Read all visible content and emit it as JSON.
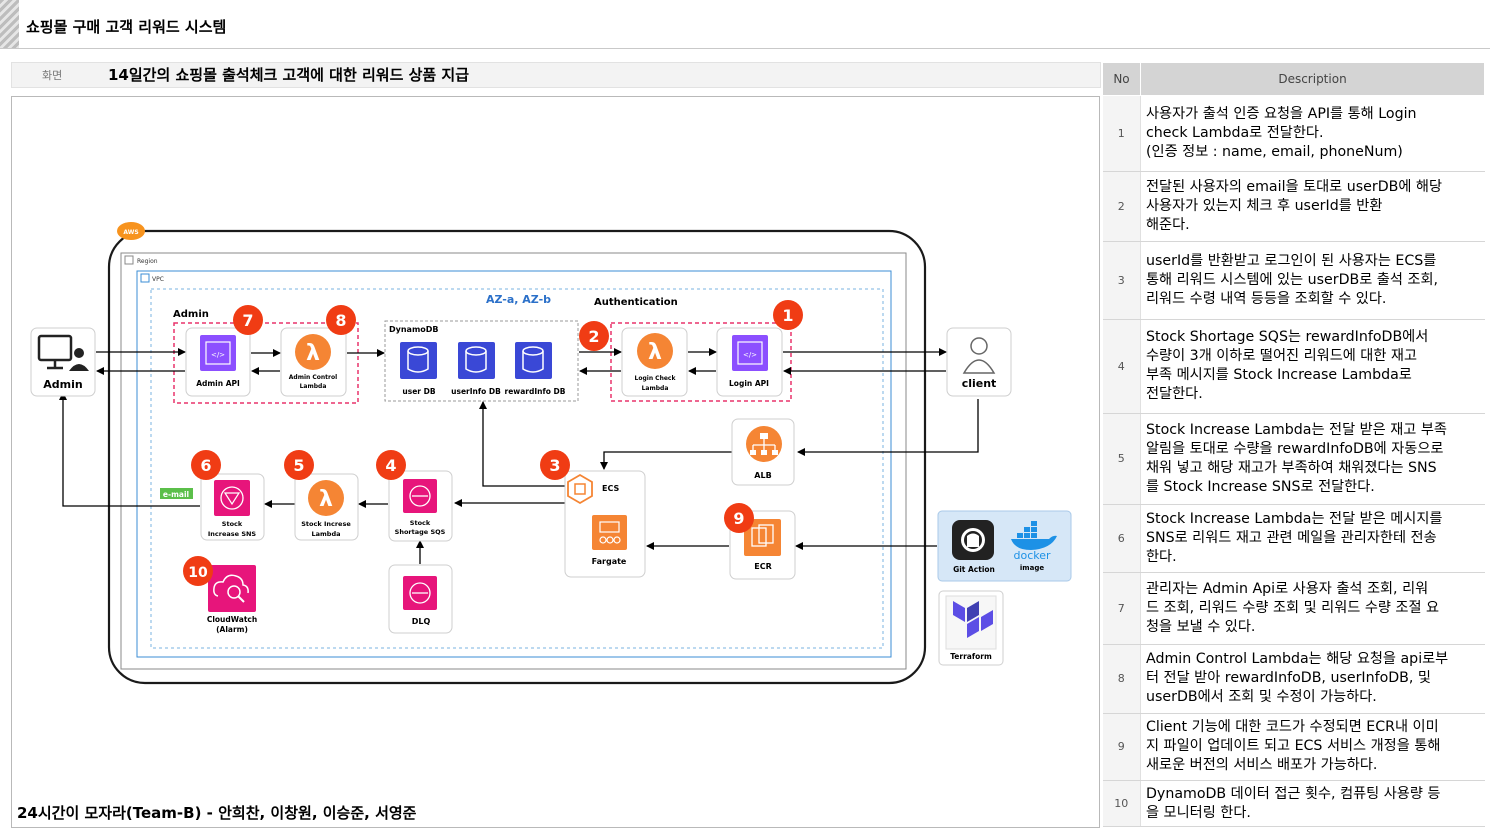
{
  "header": {
    "app_title": "쇼핑몰 구매 고객 리워드 시스템"
  },
  "screen": {
    "label": "화면",
    "title": "14일간의 쇼핑몰 출석체크 고객에 대한 리워드 상품 지급"
  },
  "footer": {
    "team": "24시간이 모자라(Team-B) - 안희찬, 이창원, 이승준, 서영준"
  },
  "diagram": {
    "aws_badge": "AWS",
    "region_label": "Region",
    "vpc_label": "VPC",
    "az_label": "AZ-a, AZ-b",
    "admin_group": "Admin",
    "auth_group": "Authentication",
    "dynamodb_group": "DynamoDB",
    "email_tag": "e-mail",
    "actors": {
      "admin": "Admin",
      "client": "client"
    },
    "nodes": {
      "admin_api": "Admin API",
      "admin_control_lambda_1": "Admin Control",
      "admin_control_lambda_2": "Lambda",
      "user_db": "user DB",
      "userinfo_db": "userInfo DB",
      "rewardinfo_db": "rewardInfo DB",
      "login_check_lambda_1": "Login Check",
      "login_check_lambda_2": "Lambda",
      "login_api": "Login API",
      "alb": "ALB",
      "ecs": "ECS",
      "fargate": "Fargate",
      "ecr": "ECR",
      "sqs_1": "Stock",
      "sqs_2": "Shortage SQS",
      "dlq": "DLQ",
      "lambda_stock_1": "Stock Increse",
      "lambda_stock_2": "Lambda",
      "sns_1": "Stock",
      "sns_2": "Increase SNS",
      "cloudwatch_1": "CloudWatch",
      "cloudwatch_2": "(Alarm)",
      "git_action": "Git Action",
      "docker_word": "docker",
      "docker_image": "image",
      "terraform": "Terraform"
    },
    "markers": [
      "1",
      "2",
      "3",
      "4",
      "5",
      "6",
      "7",
      "8",
      "9",
      "10"
    ],
    "colors": {
      "marker": "#f03c14",
      "marker_text": "#ffffff",
      "pink_border": "#e8336b",
      "lambda": "#f58534",
      "api": "#8c4fff",
      "dynamodb": "#3a48d6",
      "pink_service": "#e7157b",
      "github_panel": "#d6e7f7"
    }
  },
  "table": {
    "headers": {
      "no": "No",
      "description": "Description"
    },
    "rows": [
      {
        "no": "1",
        "lines": [
          "사용자가 출석 인증 요청을 API를 통해 Login",
          "check Lambda로 전달한다.",
          "(인증 정보 : name, email, phoneNum)"
        ]
      },
      {
        "no": "2",
        "lines": [
          "전달된 사용자의 email을 토대로 userDB에 해당",
          "사용자가 있는지 체크 후 userId를 반환",
          "해준다."
        ]
      },
      {
        "no": "3",
        "lines": [
          "userId를 반환받고 로그인이 된 사용자는 ECS를",
          "통해 리워드 시스템에 있는 userDB로 출석 조회,",
          "리워드 수령 내역 등등을 조회할 수 있다."
        ]
      },
      {
        "no": "4",
        "lines": [
          "Stock Shortage SQS는 rewardInfoDB에서",
          "수량이 3개 이하로 떨어진 리워드에 대한 재고",
          "부족 메시지를 Stock Increase Lambda로",
          "전달한다."
        ]
      },
      {
        "no": "5",
        "lines": [
          "Stock Increase Lambda는 전달 받은 재고 부족",
          "알림을 토대로 수량을 rewardInfoDB에 자동으로",
          "채워 넣고 해당 재고가 부족하여 채워졌다는 SNS",
          "를 Stock Increase SNS로 전달한다."
        ]
      },
      {
        "no": "6",
        "lines": [
          "Stock Increase Lambda는 전달 받은 메시지를",
          "SNS로 리워드 재고 관련 메일을 관리자한테 전송",
          "한다."
        ]
      },
      {
        "no": "7",
        "lines": [
          "관리자는 Admin Api로 사용자 출석 조회, 리워",
          "드 조회, 리워드 수량 조회 및 리워드 수량 조절 요",
          "청을 보낼 수 있다."
        ]
      },
      {
        "no": "8",
        "lines": [
          "Admin Control Lambda는 해당 요청을 api로부",
          "터 전달 받아 rewardInfoDB, userInfoDB, 및",
          "userDB에서 조회 및 수정이 가능하다."
        ]
      },
      {
        "no": "9",
        "lines": [
          "Client 기능에 대한 코드가 수정되면 ECR내 이미",
          "지 파일이 업데이트 되고 ECS 서비스 개정을 통해",
          "새로운 버전의 서비스 배포가 가능하다."
        ]
      },
      {
        "no": "10",
        "lines": [
          "DynamoDB 데이터 접근 횟수, 컴퓨팅 사용량 등",
          "을 모니터링 한다."
        ]
      }
    ]
  }
}
